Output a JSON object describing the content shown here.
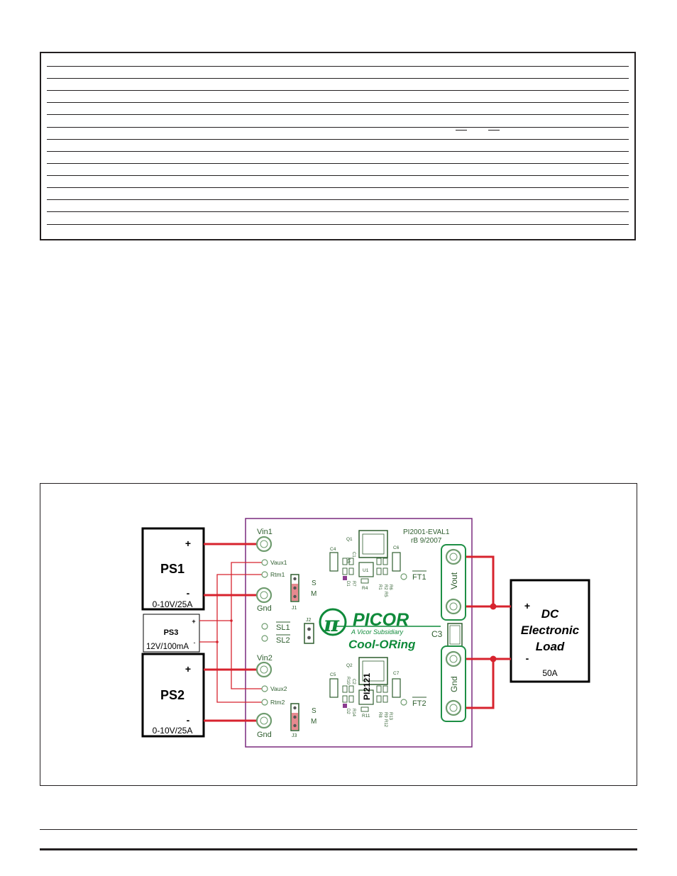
{
  "diagram": {
    "ps1": {
      "name": "PS1",
      "plus": "+",
      "minus": "-",
      "rating": "0-10V/25A"
    },
    "ps2": {
      "name": "PS2",
      "plus": "+",
      "minus": "-",
      "rating": "0-10V/25A"
    },
    "ps3": {
      "name": "PS3",
      "plus": "+",
      "minus": "-",
      "rating": "12V/100mA"
    },
    "load": {
      "line1": "DC",
      "line2": "Electronic",
      "line3": "Load",
      "plus": "+",
      "minus": "-",
      "rating": "50A"
    },
    "board": {
      "title": "PI2001-EVAL1",
      "revision": "rB 9/2007",
      "logo": "PICOR",
      "subsidiary": "A Vicor Subsidiary",
      "product": "Cool-ORing",
      "chip_marking": "PI2121",
      "left_labels": {
        "vin1": "Vin1",
        "vaux1": "Vaux1",
        "rtm1": "Rtm1",
        "gnd1": "Gnd",
        "vin2": "Vin2",
        "vaux2": "Vaux2",
        "rtm2": "Rtm2",
        "gnd2": "Gnd"
      },
      "jumpers": {
        "j1": "J1",
        "j2": "J2",
        "j3": "J3",
        "s": "S",
        "m": "M"
      },
      "signals": {
        "sl1": "SL1",
        "sl2": "SL2",
        "ft1": "FT1",
        "ft2": "FT2",
        "c3": "C3"
      },
      "right_labels": {
        "vout": "Vout",
        "gnd": "Gnd"
      },
      "components": {
        "q1": "Q1",
        "q2": "Q2",
        "c4": "C4",
        "c6": "C6",
        "c5": "C5",
        "c7": "C7",
        "r3": "R3",
        "c1": "C1",
        "r7": "R7",
        "d1": "D1",
        "r4": "R4",
        "r1": "R1",
        "r2": "R2",
        "r5": "R5",
        "r6": "R6",
        "r10": "R10",
        "c2": "C2",
        "d2": "D2",
        "r14": "R14",
        "r11": "R11",
        "r8": "R8",
        "r9": "R9",
        "r12": "R12",
        "r13": "R13",
        "u1": "U1"
      }
    }
  },
  "colors": {
    "wire": "#d7232e",
    "board_outline": "#7a2a7e",
    "pcb_green": "#0f8a3a",
    "pad_green": "#1e8f45",
    "jumper": "#e7898f"
  }
}
